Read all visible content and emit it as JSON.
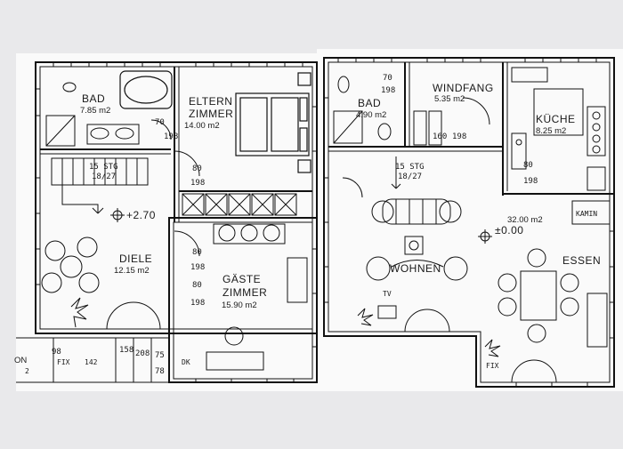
{
  "rooms": {
    "bad_left": {
      "name": "BAD",
      "area": "7.85 m2"
    },
    "eltern": {
      "name1": "ELTERN",
      "name2": "ZIMMER",
      "area": "14.00 m2"
    },
    "diele": {
      "name": "DIELE",
      "area": "12.15 m2"
    },
    "gaeste": {
      "name1": "GÄSTE",
      "name2": "ZIMMER",
      "area": "15.90 m2"
    },
    "bad_right": {
      "name": "BAD",
      "area": "4.90 m2"
    },
    "windfang": {
      "name": "WINDFANG",
      "area": "5.35 m2"
    },
    "kueche": {
      "name": "KÜCHE",
      "area": "8.25 m2"
    },
    "wohnen": {
      "name": "WOHNEN",
      "area": "32.00 m2",
      "level": "±0.00"
    },
    "essen": {
      "name": "ESSEN"
    },
    "kamin": {
      "name": "KAMIN"
    }
  },
  "stairs": {
    "left": {
      "line1": "15 STG",
      "line2": "18/27"
    },
    "right": {
      "line1": "15 STG",
      "line2": "18/27"
    }
  },
  "levels": {
    "left": "+2.70"
  },
  "labels": {
    "tv": "TV",
    "fix_left": "FIX",
    "fix_right": "FIX",
    "dk": "DK",
    "on": "ON",
    "z2": "2"
  },
  "dimensions": {
    "d70a": "70",
    "d198a": "198",
    "d80a": "80",
    "d198b": "198",
    "d80b": "80",
    "d198c": "198",
    "d80c": "80",
    "d198d": "198",
    "d70b": "70",
    "d198e": "198",
    "d160": "160",
    "d198f": "198",
    "d80d": "80",
    "d198g": "198",
    "d98": "98",
    "d142": "142",
    "d158": "158",
    "d208": "208",
    "d75": "75",
    "d78": "78"
  }
}
